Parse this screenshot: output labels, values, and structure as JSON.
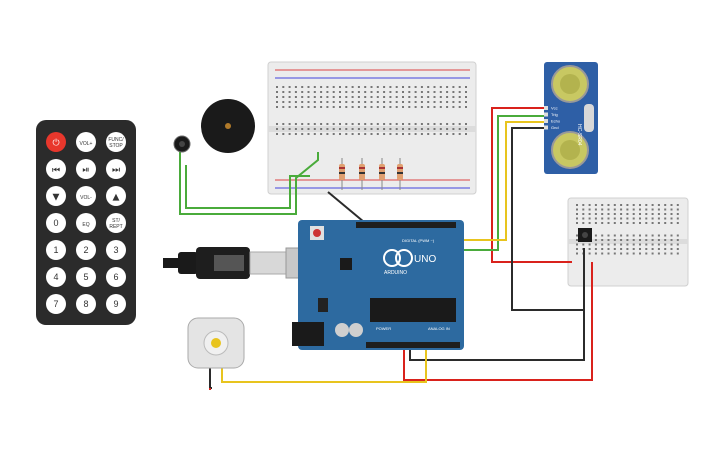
{
  "canvas": {
    "background": "#ffffff"
  },
  "remote": {
    "buttons": [
      {
        "label": "",
        "icon": "power-icon"
      },
      {
        "label": "VOL+"
      },
      {
        "label": "FUNC/ STOP"
      },
      {
        "label": "",
        "icon": "rewind-icon"
      },
      {
        "label": "",
        "icon": "play-pause-icon"
      },
      {
        "label": "",
        "icon": "fast-forward-icon"
      },
      {
        "label": "",
        "icon": "down-icon"
      },
      {
        "label": "VOL-"
      },
      {
        "label": "",
        "icon": "up-icon"
      },
      {
        "label": "0"
      },
      {
        "label": "EQ"
      },
      {
        "label": "ST/ REPT"
      },
      {
        "label": "1"
      },
      {
        "label": "2"
      },
      {
        "label": "3"
      },
      {
        "label": "4"
      },
      {
        "label": "5"
      },
      {
        "label": "6"
      },
      {
        "label": "7"
      },
      {
        "label": "8"
      },
      {
        "label": "9"
      }
    ],
    "colors": {
      "body": "#2b2b2b",
      "button": "#ffffff",
      "power": "#e8372c"
    }
  },
  "arduino": {
    "logo_text": "ARDUINO",
    "model_text": "UNO",
    "digital_label": "DIGITAL (PWM ~)",
    "power_label": "POWER",
    "analog_label": "ANALOG IN",
    "colors": {
      "board": "#2d6aa0",
      "header": "#1e1e1e"
    }
  },
  "ultrasonic": {
    "model_text": "HC-SR04",
    "pins": [
      "Vcc",
      "Trig",
      "Echo",
      "Gnd"
    ],
    "colors": {
      "board": "#2e5fa6",
      "sensor": "#c8c862"
    }
  },
  "wires": {
    "colors": {
      "red": "#d9221c",
      "green": "#4aab3b",
      "yellow": "#e8c41e",
      "black": "#2b2b2b"
    }
  }
}
